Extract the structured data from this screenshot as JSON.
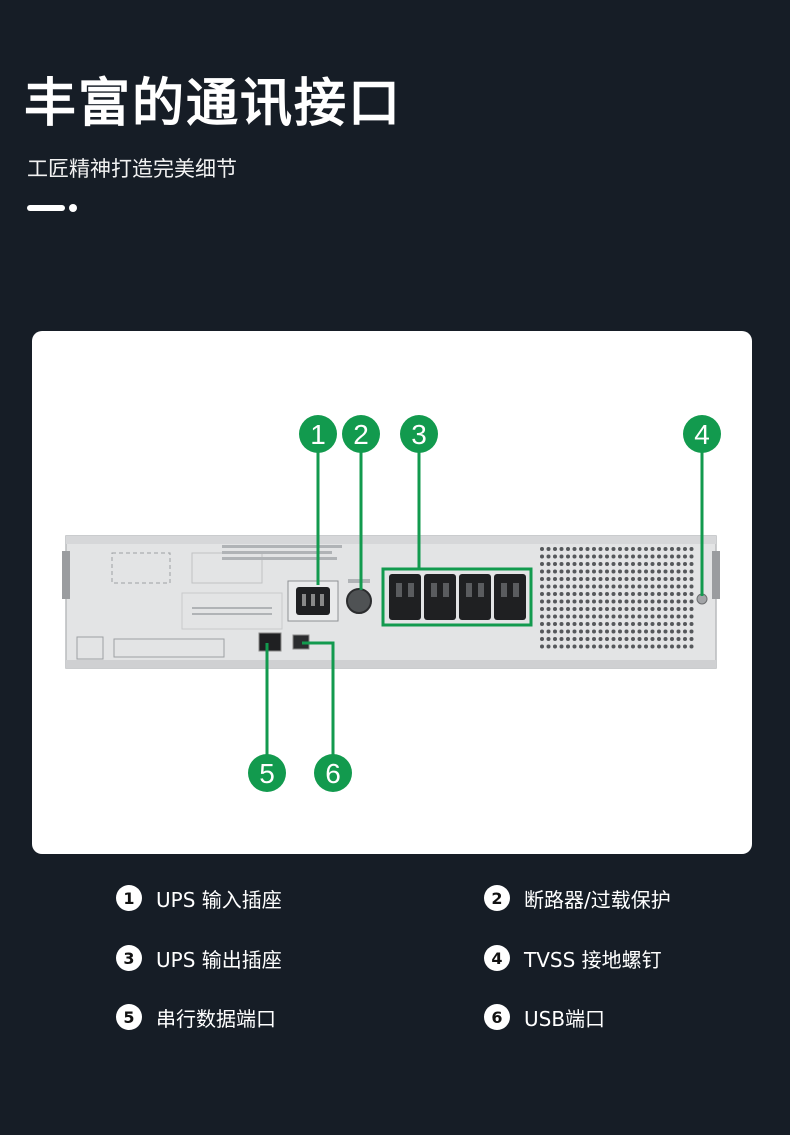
{
  "header": {
    "title": "丰富的通讯接口",
    "subtitle": "工匠精神打造完美细节"
  },
  "colors": {
    "background": "#161d26",
    "accent_green": "#129a4e",
    "panel": "#ffffff"
  },
  "diagram": {
    "callouts": [
      "1",
      "2",
      "3",
      "4",
      "5",
      "6"
    ]
  },
  "legend": [
    {
      "num": "1",
      "label": "UPS 输入插座"
    },
    {
      "num": "2",
      "label": "断路器/过载保护"
    },
    {
      "num": "3",
      "label": "UPS 输出插座"
    },
    {
      "num": "4",
      "label": "TVSS 接地螺钉"
    },
    {
      "num": "5",
      "label": "串行数据端口"
    },
    {
      "num": "6",
      "label": "USB端口"
    }
  ]
}
